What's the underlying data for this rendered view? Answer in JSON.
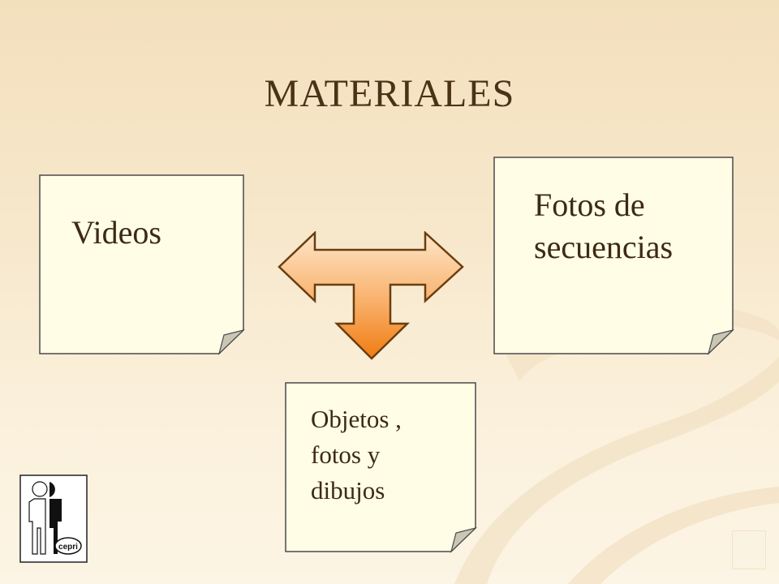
{
  "slide": {
    "title": "MATERIALES",
    "notes": {
      "videos": "Videos",
      "fotos": "Fotos de\nsecuencias",
      "objetos": "Objetos ,\nfotos y\ndibujos"
    },
    "logo": {
      "text": "cepri"
    },
    "colors": {
      "note_fill": "#fffde6",
      "note_border": "#4a4a4a",
      "fold": "#c9c7b4",
      "arrow_light": "#fde6c9",
      "arrow_dark": "#f07c12",
      "arrow_stroke": "#6a3e10",
      "title": "#4a3216"
    },
    "icons": [
      "t-junction-arrow-icon",
      "cepri-logo-icon"
    ]
  }
}
